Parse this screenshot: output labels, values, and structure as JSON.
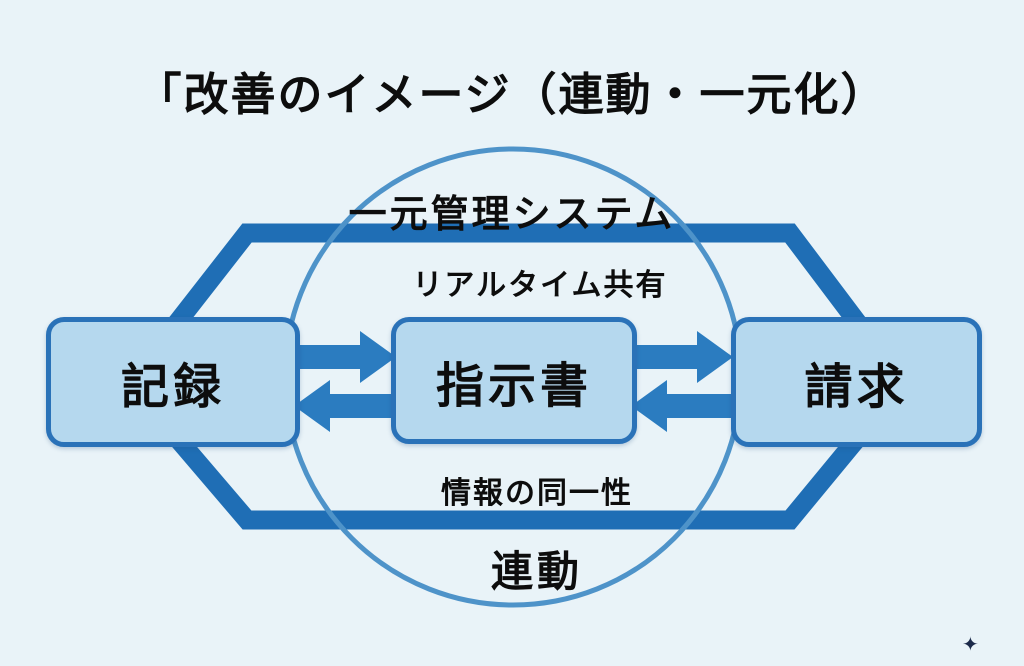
{
  "title": "「改善のイメージ（連動・一元化）",
  "diagram": {
    "system_label": "一元管理システム",
    "realtime_label": "リアルタイム共有",
    "nodes": [
      {
        "label": "記録"
      },
      {
        "label": "指示書"
      },
      {
        "label": "請求"
      }
    ],
    "consistency_label": "情報の同一性",
    "linkage_label": "連動"
  },
  "icons": {
    "sparkle": "✦"
  },
  "colors": {
    "background": "#e9f3f8",
    "node_fill": "#b5d8ee",
    "node_border": "#2a72b8",
    "hexagon_stroke": "#1f6eb5",
    "circle_stroke": "#4e93c9",
    "arrow_fill": "#2b7cc0",
    "text": "#0d0d0d",
    "sparkle": "#1b2a4a"
  }
}
